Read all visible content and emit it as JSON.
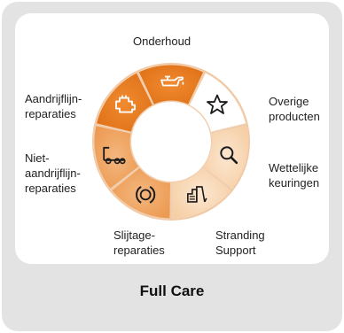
{
  "diagram": {
    "title": "Full Care",
    "colors": {
      "card_background": "#e3e3e3",
      "inner_panel": "#ffffff",
      "segment_dark": "#e57a22",
      "segment_medium": "#ee9e58",
      "segment_light": "#f9dcbd",
      "segment_white": "#ffffff",
      "icon_on_dark": "#ffffff",
      "icon_on_light": "#1b1b1b"
    },
    "segments": [
      {
        "label": "Onderhoud",
        "icon": "oil-can-icon",
        "fill": "dark"
      },
      {
        "label": "Overige\nproducten",
        "icon": "star-icon",
        "fill": "white"
      },
      {
        "label": "Wettelijke\nkeuringen",
        "icon": "magnifier-icon",
        "fill": "light"
      },
      {
        "label": "Stranding\nSupport",
        "icon": "tow-truck-icon",
        "fill": "light"
      },
      {
        "label": "Slijtage-\nreparaties",
        "icon": "brake-disc-icon",
        "fill": "medium"
      },
      {
        "label": "Niet-\naandrijflijn-\nreparaties",
        "icon": "tractor-trailer-icon",
        "fill": "medium"
      },
      {
        "label": "Aandrijflijn-\nreparaties",
        "icon": "engine-icon",
        "fill": "dark"
      }
    ]
  }
}
